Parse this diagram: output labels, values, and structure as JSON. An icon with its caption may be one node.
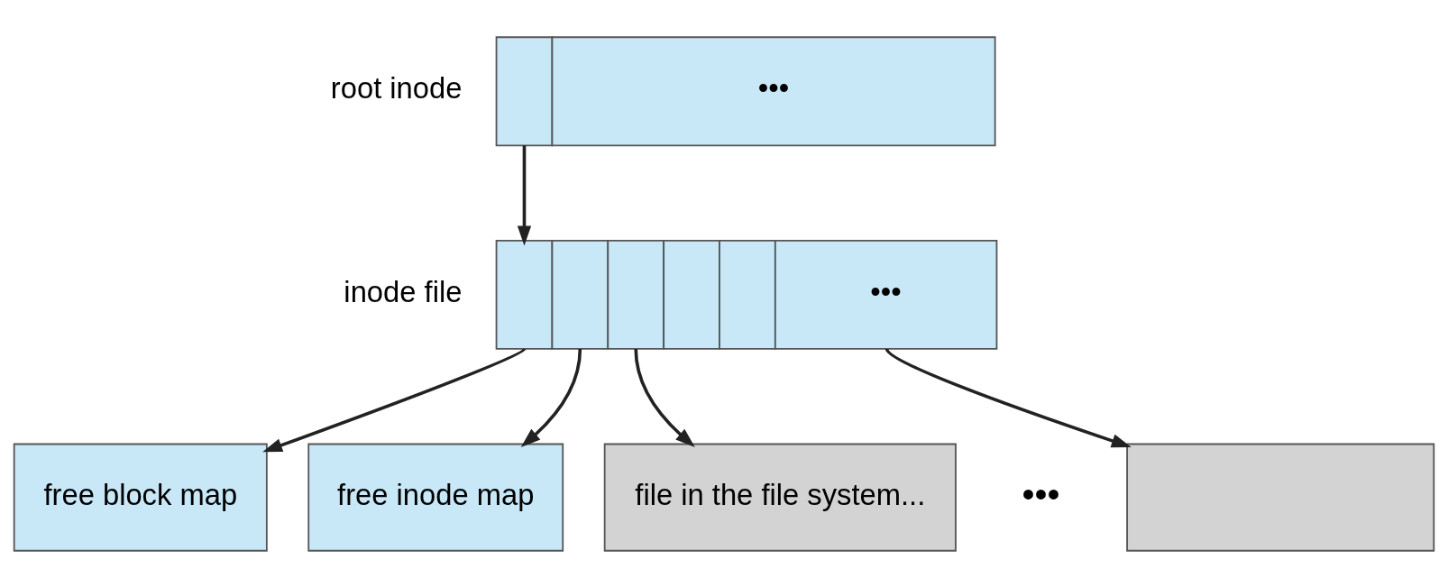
{
  "diagram": {
    "nodes": [
      {
        "text": [
          "•••"
        ],
        "beside": [
          "root inode"
        ]
      },
      {
        "text": [
          "•••"
        ],
        "beside": [
          "inode file"
        ]
      },
      {
        "text": [
          "free block map"
        ]
      },
      {
        "text": [
          "free inode map"
        ]
      },
      {
        "text": [
          "file in the file system..."
        ]
      },
      {
        "text": [],
        "shape": "box"
      }
    ],
    "edges": [
      {
        "from": 0,
        "to": 1,
        "arrow": "to"
      },
      {
        "from": 1,
        "to": 2,
        "arrow": "to"
      },
      {
        "from": 1,
        "to": 3,
        "arrow": "to"
      },
      {
        "from": 1,
        "to": 4,
        "arrow": "to"
      },
      {
        "from": 1,
        "to": 5,
        "arrow": "to"
      }
    ],
    "labels": [
      "•••"
    ]
  }
}
